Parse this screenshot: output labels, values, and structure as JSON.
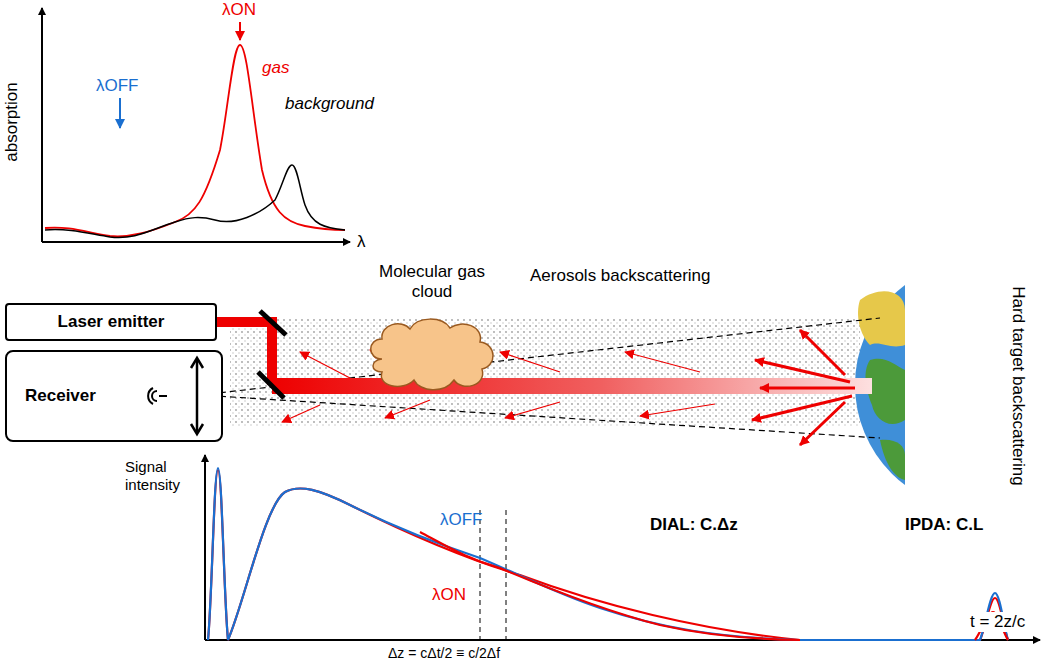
{
  "diagram": {
    "nodes": [
      {
        "text": [
          "Laser emitter"
        ]
      },
      {
        "text": [
          "Receiver"
        ]
      },
      {
        "text": [
          "Molecular gas cloud"
        ]
      }
    ],
    "labels": [
      "absorption",
      "λON",
      "λOFF",
      "gas",
      "background",
      "λ",
      "Aerosols backscattering",
      "Hard target backscattering",
      "Signal intensity",
      "λOFF",
      "λON",
      "DIAL: C.Δz",
      "IPDA: C.L",
      "Δz = cΔt/2 ≡ c/2Δf",
      "t = 2z/c"
    ]
  }
}
